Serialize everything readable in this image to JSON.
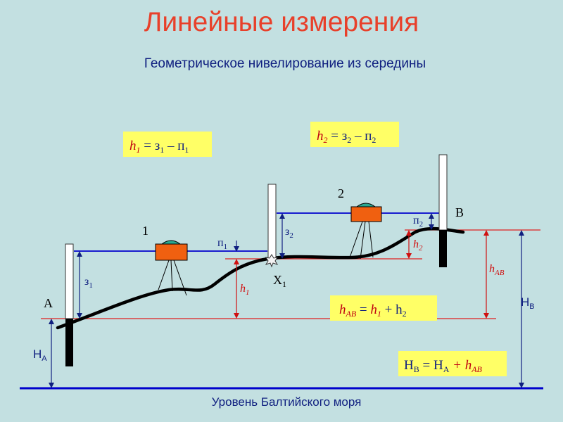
{
  "title": "Линейные измерения",
  "subtitle": "Геометрическое нивелирование из середины",
  "sea_level_label": "Уровень Балтийского моря",
  "points": {
    "a": "А",
    "b": "В",
    "x": "X",
    "x_sub": "1"
  },
  "stations": {
    "s1": "1",
    "s2": "2"
  },
  "readings": {
    "z1": "з",
    "z1_sub": "1",
    "p1": "п",
    "p1_sub": "1",
    "z2": "з",
    "z2_sub": "2",
    "p2": "п",
    "p2_sub": "2"
  },
  "heights": {
    "h1": "h",
    "h1_sub": "1",
    "h2": "h",
    "h2_sub": "2",
    "hab": "h",
    "hab_sub": "АВ",
    "ha": "Н",
    "ha_sub": "А",
    "hb": "Н",
    "hb_sub": "В"
  },
  "formulas": {
    "f1": {
      "h": "h",
      "h_sub": "1",
      "eq": " = з",
      "z_sub": "1",
      "minus": " – п",
      "p_sub": "1"
    },
    "f2": {
      "h": "h",
      "h_sub": "2",
      "eq": " = з",
      "z_sub": "2",
      "minus": " – п",
      "p_sub": "2"
    },
    "f3": {
      "h": "h",
      "h_sub": "АВ",
      "eq": " = ",
      "h1": "h",
      "h1_sub": "1",
      "plus": " + h",
      "h2_sub": "2"
    },
    "f4": {
      "H": "Н",
      "H_sub": "В",
      "eq": " = Н",
      "a_sub": "А",
      "plus": " + ",
      "h": "h",
      "h_sub": "АВ"
    }
  },
  "colors": {
    "background": "#c3e0e1",
    "title": "#e8402a",
    "text_blue": "#102080",
    "line_blue": "#0000cc",
    "line_red": "#e02020",
    "formula_box": "#ffff66",
    "level_body": "#f06010"
  }
}
